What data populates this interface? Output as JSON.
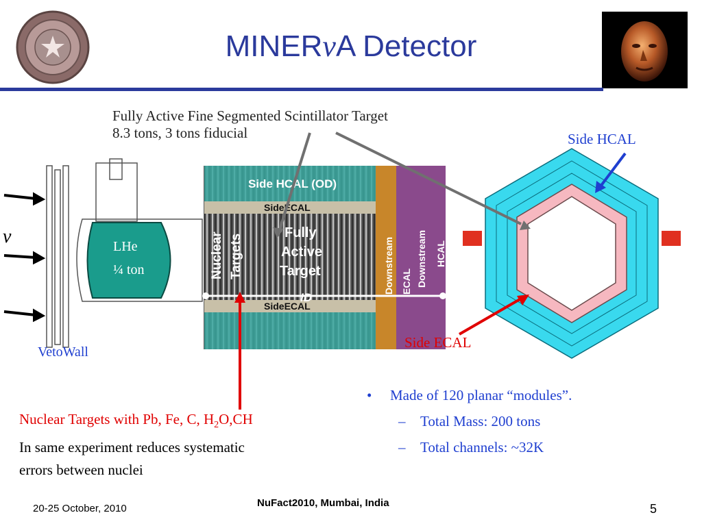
{
  "slide": {
    "title_pre": "MINER",
    "title_nu": "ν",
    "title_post": "A Detector",
    "page_number": "5"
  },
  "logo": {
    "alt": "University of Texas at Austin seal"
  },
  "portrait": {
    "alt": "Bronze sculpted face portrait"
  },
  "top_caption": {
    "line1": "Fully Active Fine Segmented Scintillator Target",
    "line2": "8.3 tons, 3 tons fiducial"
  },
  "diagram": {
    "nu_symbol": "ν",
    "lhe_line1": "LHe",
    "lhe_line2": "¼ ton",
    "vetowall": "VetoWall",
    "side_hcal_od": "Side HCAL (OD)",
    "side_ecal_top": "SideECAL",
    "side_ecal_bottom": "SideECAL",
    "nuclear_targets_1": "Nuclear",
    "nuclear_targets_2": "Targets",
    "fully_active_1": "Fully",
    "fully_active_2": "Active",
    "fully_active_3": "Target",
    "id_label": "ID",
    "downstream_ecal_1": "Downstream",
    "downstream_ecal_2": "ECAL",
    "downstream_hcal_1": "Downstream",
    "downstream_hcal_2": "HCAL",
    "side_hcal_label": "Side HCAL",
    "side_ecal_label": "Side ECAL"
  },
  "nuclear_note": {
    "red_pre": "Nuclear Targets with Pb, Fe, C, H",
    "red_sub": "2",
    "red_post": "O,CH",
    "line2": "In same experiment reduces systematic",
    "line3": "errors between nuclei"
  },
  "bullets": {
    "main_marker": "•",
    "main": "Made of 120 planar “modules”.",
    "sub_marker": "–",
    "sub": [
      "Total Mass:  200 tons",
      "Total channels:  ~32K"
    ]
  },
  "footer": {
    "date": "20-25 October, 2010",
    "conference": "NuFact2010, Mumbai, India"
  },
  "colors": {
    "title_blue": "#2b3a9c",
    "label_blue": "#1f3fd0",
    "label_red": "#e00000",
    "lhe_fill": "#1a9c8c",
    "hcal_teal": "#3aa8a0",
    "ecal_gray": "#c8c0a8",
    "downstream_ecal": "#c8862a",
    "downstream_hcal": "#8a4a8c",
    "hex_cyan": "#39d9ee",
    "hex_pink": "#f6b8c0"
  }
}
